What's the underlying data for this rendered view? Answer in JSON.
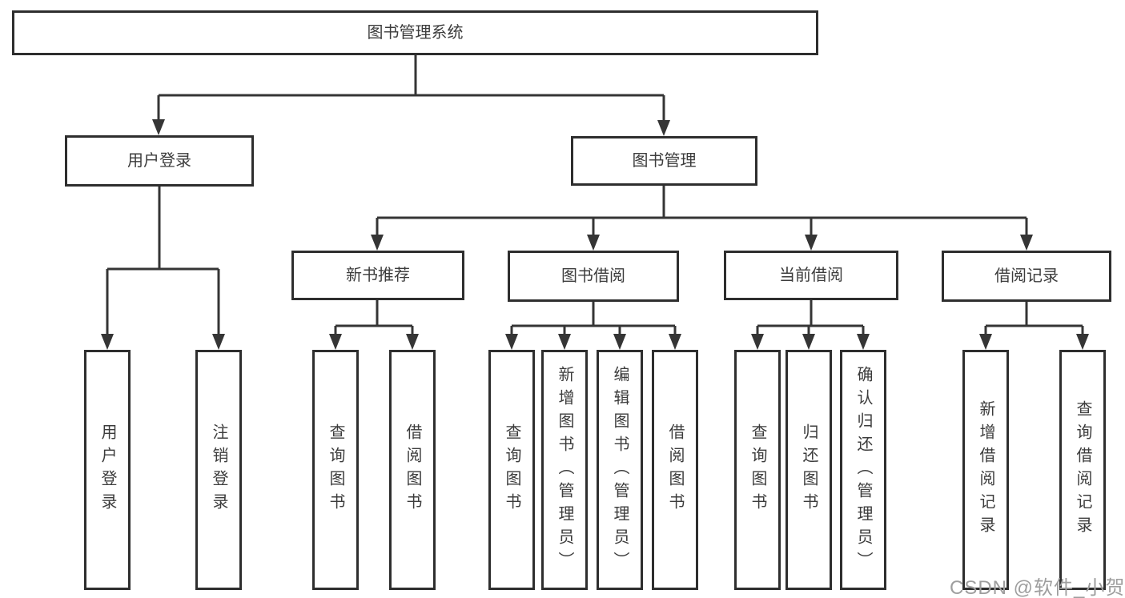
{
  "tree": {
    "root": {
      "label": "图书管理系统"
    },
    "branches": [
      {
        "label": "用户登录",
        "children": [
          {
            "label": "用户登录"
          },
          {
            "label": "注销登录"
          }
        ]
      },
      {
        "label": "图书管理",
        "children": [
          {
            "label": "新书推荐",
            "children": [
              {
                "label": "查询图书"
              },
              {
                "label": "借阅图书"
              }
            ]
          },
          {
            "label": "图书借阅",
            "children": [
              {
                "label": "查询图书"
              },
              {
                "label": "新增图书（管理员）"
              },
              {
                "label": "编辑图书（管理员）"
              },
              {
                "label": "借阅图书"
              }
            ]
          },
          {
            "label": "当前借阅",
            "children": [
              {
                "label": "查询图书"
              },
              {
                "label": "归还图书"
              },
              {
                "label": "确认归还（管理员）"
              }
            ]
          },
          {
            "label": "借阅记录",
            "children": [
              {
                "label": "新增借阅记录"
              },
              {
                "label": "查询借阅记录"
              }
            ]
          }
        ]
      }
    ]
  },
  "watermark": "CSDN @软件_小贺同学",
  "colors": {
    "line": "#353535",
    "box_border": "#2e2e2e",
    "box_fill": "#ffffff",
    "text": "#3c3c3c",
    "watermark": "#9e9e9e",
    "background": "#ffffff"
  }
}
